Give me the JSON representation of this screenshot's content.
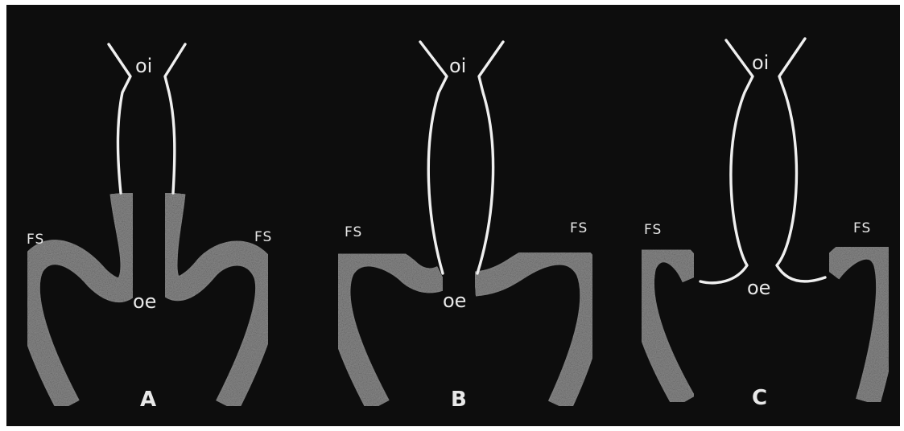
{
  "figure": {
    "panels": [
      {
        "id": "A",
        "label": "A",
        "top_label": "oi",
        "middle_label": "oe",
        "left_label": "FS",
        "right_label": "FS"
      },
      {
        "id": "B",
        "label": "B",
        "top_label": "oi",
        "middle_label": "oe",
        "left_label": "FS",
        "right_label": "FS"
      },
      {
        "id": "C",
        "label": "C",
        "top_label": "oi",
        "middle_label": "oe",
        "left_label": "FS",
        "right_label": "FS"
      }
    ],
    "colors": {
      "background": "#0d0d0d",
      "tube": "#efefef",
      "band": "#8a8a8a",
      "text": "#e8e8e8"
    }
  }
}
